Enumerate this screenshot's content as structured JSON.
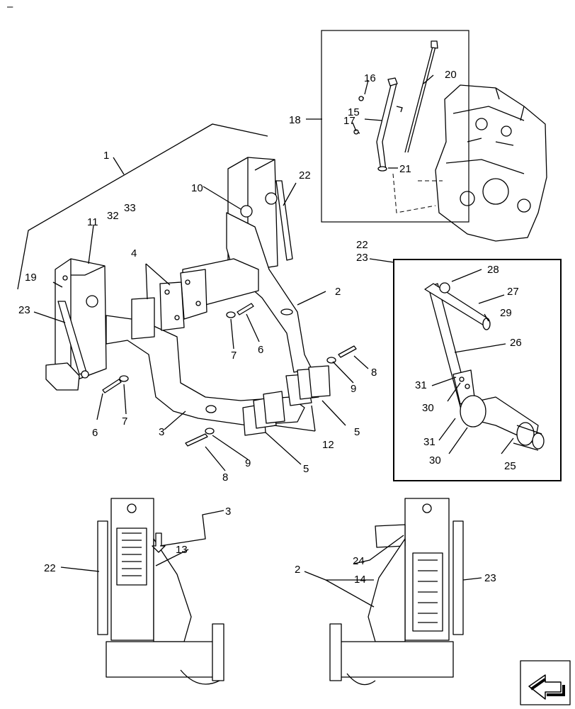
{
  "corner_mark": "–",
  "callouts": {
    "c1": "1",
    "c2a": "2",
    "c2b": "2",
    "c3a": "3",
    "c3b": "3",
    "c4": "4",
    "c5a": "5",
    "c5b": "5",
    "c6a": "6",
    "c6b": "6",
    "c7a": "7",
    "c7b": "7",
    "c8a": "8",
    "c8b": "8",
    "c9a": "9",
    "c9b": "9",
    "c10": "10",
    "c11": "11",
    "c12": "12",
    "c13": "13",
    "c14": "14",
    "c15": "15",
    "c16": "16",
    "c17": "17",
    "c18": "18",
    "c19": "19",
    "c20": "20",
    "c21": "21",
    "c22a": "22",
    "c22b": "22",
    "c22c": "22",
    "c23a": "23",
    "c23b": "23",
    "c23c": "23",
    "c24": "24",
    "c25": "25",
    "c26": "26",
    "c27": "27",
    "c28": "28",
    "c29": "29",
    "c30a": "30",
    "c30b": "30",
    "c31a": "31",
    "c31b": "31",
    "c32": "32",
    "c33": "33"
  },
  "icons": {
    "nav": "next-page-arrow-icon"
  }
}
